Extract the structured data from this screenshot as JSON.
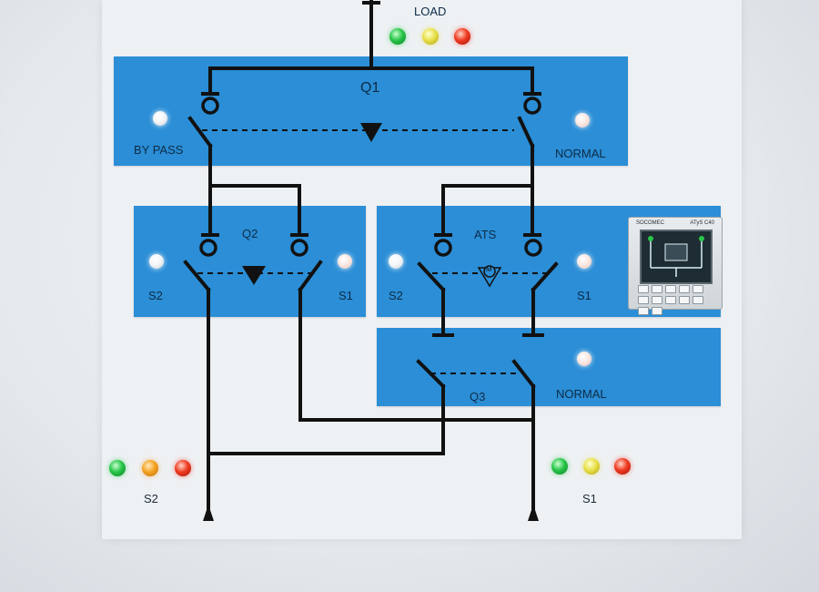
{
  "labels": {
    "load": "LOAD",
    "q1": "Q1",
    "bypass": "BY PASS",
    "normal_q1": "NORMAL",
    "q2": "Q2",
    "q2_s2": "S2",
    "q2_s1": "S1",
    "ats": "ATS",
    "ats_s2": "S2",
    "ats_s1": "S1",
    "q3": "Q3",
    "normal_q3": "NORMAL",
    "source_s2": "S2",
    "source_s1": "S1",
    "motor": "M"
  },
  "indicators": {
    "load": [
      "green",
      "yellow",
      "red"
    ],
    "source_s2": [
      "green",
      "orange",
      "red"
    ],
    "source_s1": [
      "green",
      "yellow",
      "red"
    ],
    "bypass_lamp": "white",
    "normal_q1_lamp": "pink",
    "q2_s2_lamp": "white",
    "q2_s1_lamp": "pink",
    "ats_s2_lamp": "white",
    "ats_s1_lamp": "pink",
    "normal_q3_lamp": "pink"
  },
  "controller": {
    "brand": "SOCOMEC",
    "model": "ATyS C40"
  },
  "colors": {
    "panel_blue": "#2b8ed6",
    "wire": "#111111"
  }
}
